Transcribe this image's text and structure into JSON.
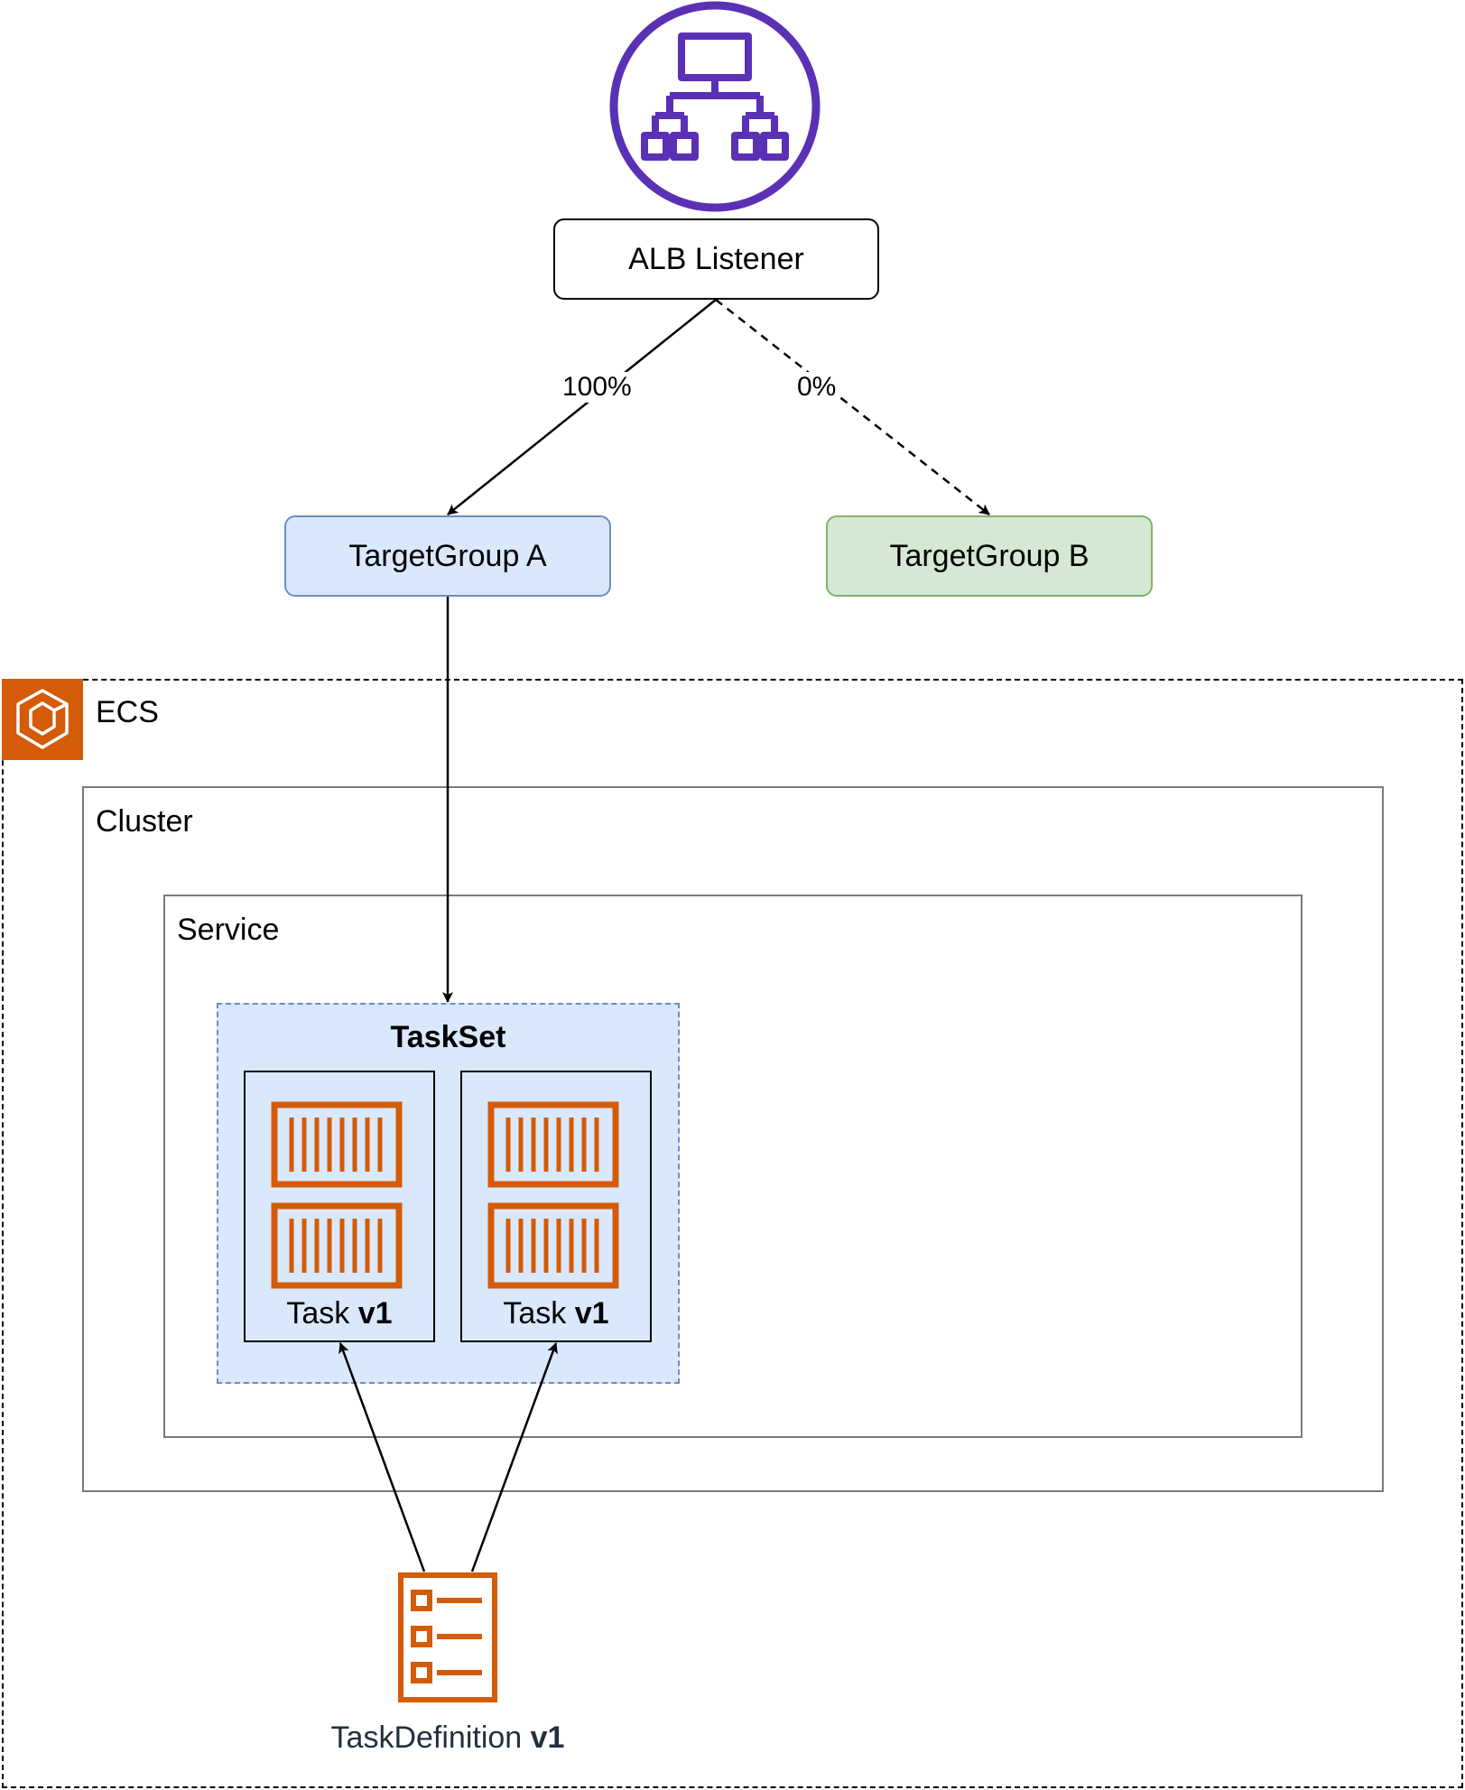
{
  "nodes": {
    "alb_listener": "ALB Listener",
    "target_group_a": "TargetGroup A",
    "target_group_b": "TargetGroup B",
    "ecs": "ECS",
    "cluster": "Cluster",
    "service": "Service",
    "taskset": "TaskSet",
    "tasks": [
      {
        "name": "Task",
        "version": "v1"
      },
      {
        "name": "Task",
        "version": "v1"
      }
    ],
    "task_definition": {
      "name": "TaskDefinition",
      "version": "v1"
    }
  },
  "edges": {
    "to_target_group_a": "100%",
    "to_target_group_b": "0%"
  },
  "icons": {
    "alb": "load-balancer-icon",
    "ecs": "ecs-icon",
    "container": "container-icon",
    "task_definition": "task-definition-icon"
  },
  "colors": {
    "alb_purple": "#5a30b5",
    "aws_orange": "#d45b07",
    "target_group_a_fill": "#dae8fc",
    "target_group_a_stroke": "#6c8ebf",
    "target_group_b_fill": "#d5e8d4",
    "target_group_b_stroke": "#82b366"
  }
}
